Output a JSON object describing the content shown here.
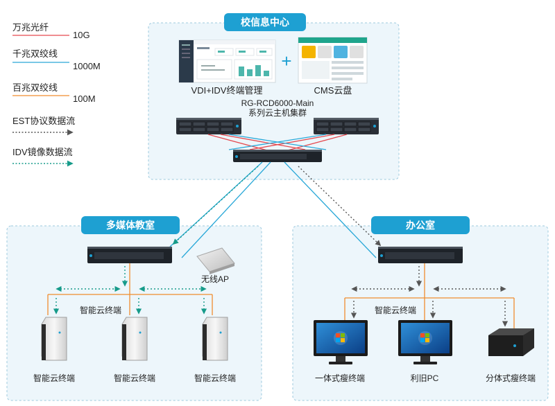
{
  "center": {
    "title": "校信息中心",
    "vdi_label": "VDI+IDV终端管理",
    "cms_label": "CMS云盘",
    "plus": "+",
    "cluster_line1": "RG-RCD6000-Main",
    "cluster_line2": "系列云主机集群"
  },
  "legend": {
    "items": [
      {
        "label": "万兆光纤",
        "value": "10G",
        "color": "#e5484d"
      },
      {
        "label": "千兆双绞线",
        "value": "1000M",
        "color": "#29a8d8"
      },
      {
        "label": "百兆双绞线",
        "value": "100M",
        "color": "#f08c2e"
      },
      {
        "label": "EST协议数据流",
        "value": "",
        "color": "#555555"
      },
      {
        "label": "IDV镜像数据流",
        "value": "",
        "color": "#169b8a"
      }
    ]
  },
  "multimedia": {
    "title": "多媒体教室",
    "ap_label": "无线AP",
    "group_label": "智能云终端",
    "terminals": [
      "智能云终端",
      "智能云终端",
      "智能云终端"
    ]
  },
  "office": {
    "title": "办公室",
    "group_label": "智能云终端",
    "devices": [
      "一体式瘦终端",
      "利旧PC",
      "分体式瘦终端"
    ]
  },
  "colors": {
    "title_badge": "#1ea0d2",
    "zone_bg": "#edf6fb",
    "zone_border": "#9cc9de",
    "fiber": "#e5484d",
    "gigabit": "#29a8d8",
    "fast": "#f08c2e",
    "est": "#555555",
    "idv": "#169b8a"
  }
}
